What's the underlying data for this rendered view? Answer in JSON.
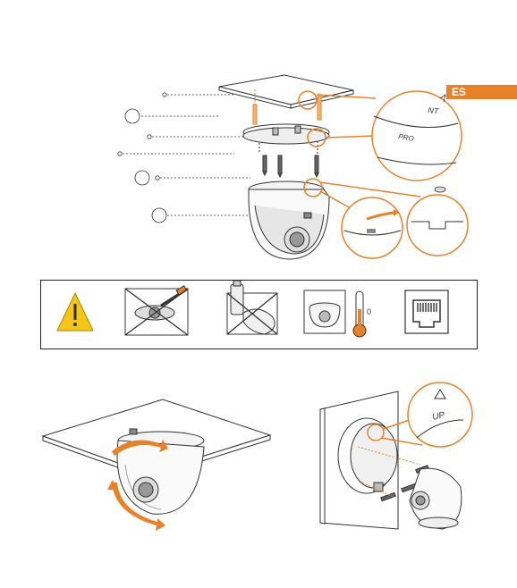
{
  "language_tab": "ES",
  "colors": {
    "accent": "#e8822a",
    "line": "#333333",
    "warning_fill": "#f5c518"
  },
  "diagram1": {
    "zoom_label_top": "NT",
    "zoom_label_bottom": "PRO"
  },
  "warnings": {
    "icons": [
      "warning-triangle-icon",
      "no-screwdriver-icon",
      "no-solvent-cleaning-icon",
      "temperature-icon",
      "ethernet-port-icon"
    ],
    "thermometer_label": "0"
  },
  "diagram3": {
    "zoom_label": "UP"
  }
}
